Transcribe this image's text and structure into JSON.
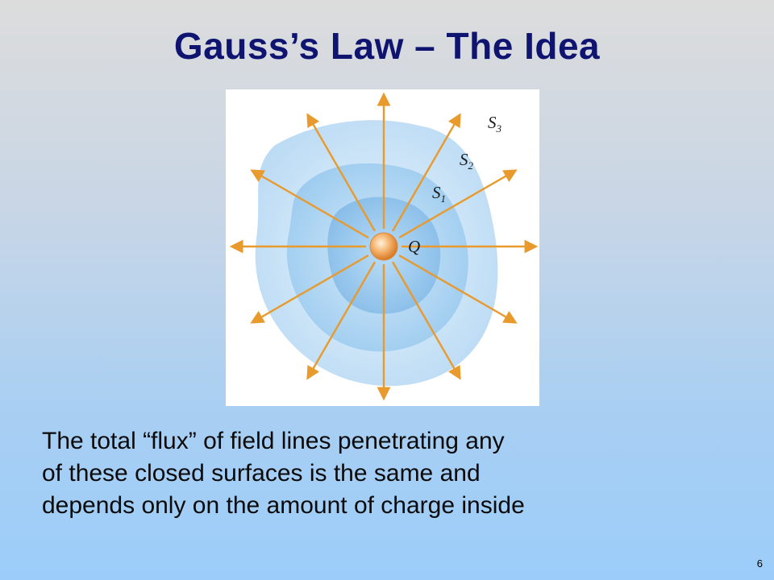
{
  "slide": {
    "title": "Gauss’s Law – The Idea",
    "body_lines": [
      "The total “flux” of field lines penetrating any",
      "of these closed surfaces is the same and",
      "depends only on the amount of charge inside"
    ],
    "page_number": "6"
  },
  "figure": {
    "charge_label": "Q",
    "surface_labels": [
      {
        "letter": "S",
        "sub": "3"
      },
      {
        "letter": "S",
        "sub": "2"
      },
      {
        "letter": "S",
        "sub": "1"
      }
    ],
    "colors": {
      "field_line": "#e89a2c",
      "surface_outer": "#cfe6f8",
      "surface_middle": "#b5d8f3",
      "surface_inner": "#93c3ea",
      "charge": "#f2a14a"
    }
  }
}
